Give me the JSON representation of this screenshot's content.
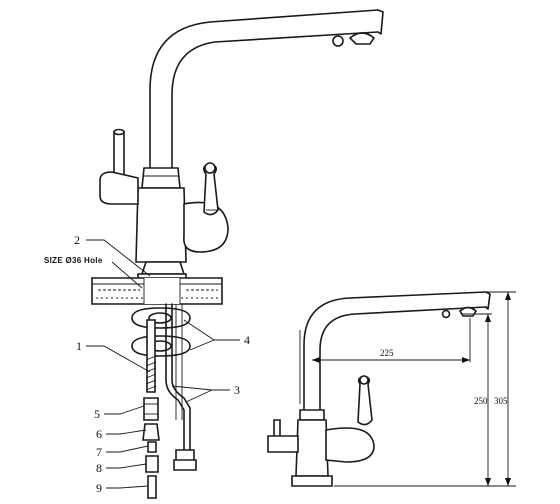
{
  "part_labels": [
    "1",
    "2",
    "3",
    "4",
    "5",
    "6",
    "7",
    "8",
    "9"
  ],
  "hole_size_label": "SIZE Ø36 Hole",
  "dimensions": {
    "reach": "225",
    "height_body": "250",
    "height_total": "305"
  }
}
